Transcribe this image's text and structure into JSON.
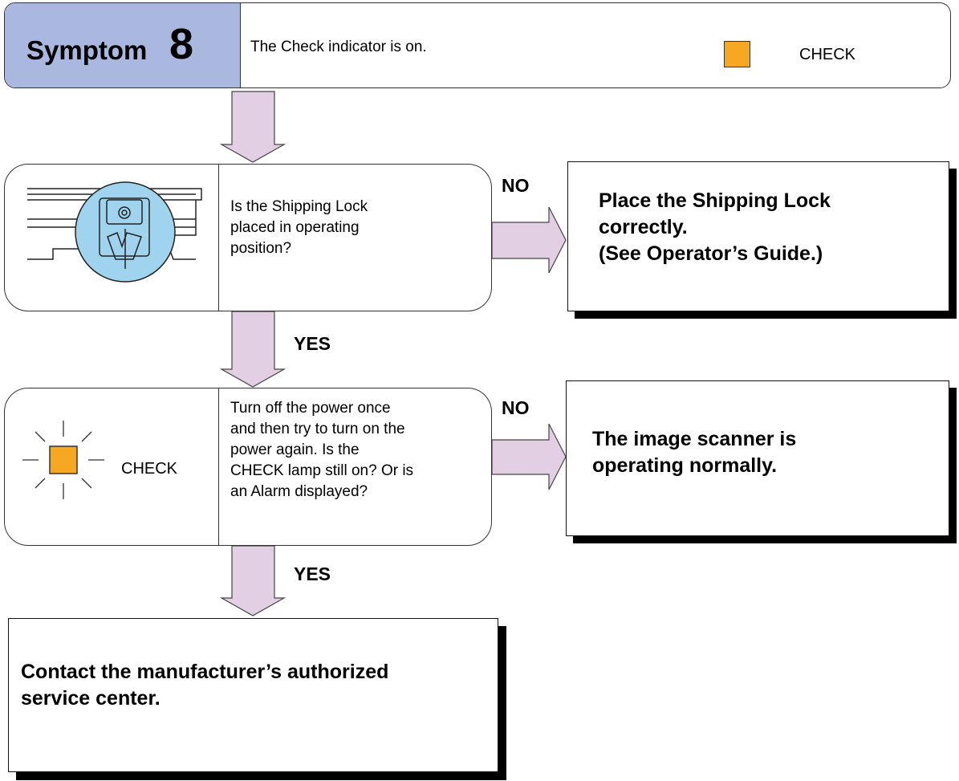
{
  "header": {
    "symptom_word": "Symptom",
    "symptom_number": "8",
    "description": "The Check indicator is on.",
    "lamp_label": "CHECK"
  },
  "step1": {
    "question_lines": [
      "Is the Shipping Lock",
      "placed in operating",
      "position?"
    ],
    "no_label": "NO",
    "yes_label": "YES",
    "result_lines": [
      "Place the Shipping Lock",
      "correctly.",
      "(See Operator’s Guide.)"
    ]
  },
  "step2": {
    "lamp_label": "CHECK",
    "question_lines": [
      "Turn off the power once",
      "and then try to turn on the",
      "power again. Is the",
      "CHECK lamp still on? Or is",
      "an Alarm displayed?"
    ],
    "no_label": "NO",
    "yes_label": "YES",
    "result_lines": [
      "The image scanner is",
      "operating normally."
    ]
  },
  "final": {
    "result_lines": [
      "Contact the manufacturer’s authorized",
      "service center."
    ]
  },
  "colors": {
    "header_fill": "#aab7df",
    "arrow_fill": "#e3cfe3",
    "lamp_orange": "#f7a823",
    "lock_circle": "#9fd3ee"
  }
}
